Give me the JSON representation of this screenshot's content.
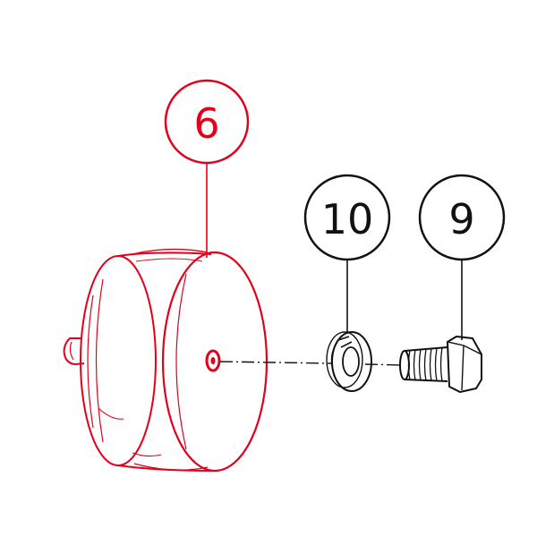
{
  "colors": {
    "highlight": "#e3001b",
    "line": "#111111",
    "background": "#ffffff"
  },
  "callouts": {
    "part_6": {
      "label": "6",
      "color": "#e3001b"
    },
    "part_10": {
      "label": "10",
      "color": "#111111"
    },
    "part_9": {
      "label": "9",
      "color": "#111111"
    }
  },
  "parts": {
    "cap": {
      "name": "end-cap",
      "highlighted": true
    },
    "washer": {
      "name": "lock-washer",
      "highlighted": false
    },
    "bolt": {
      "name": "hex-bolt",
      "highlighted": false
    }
  }
}
